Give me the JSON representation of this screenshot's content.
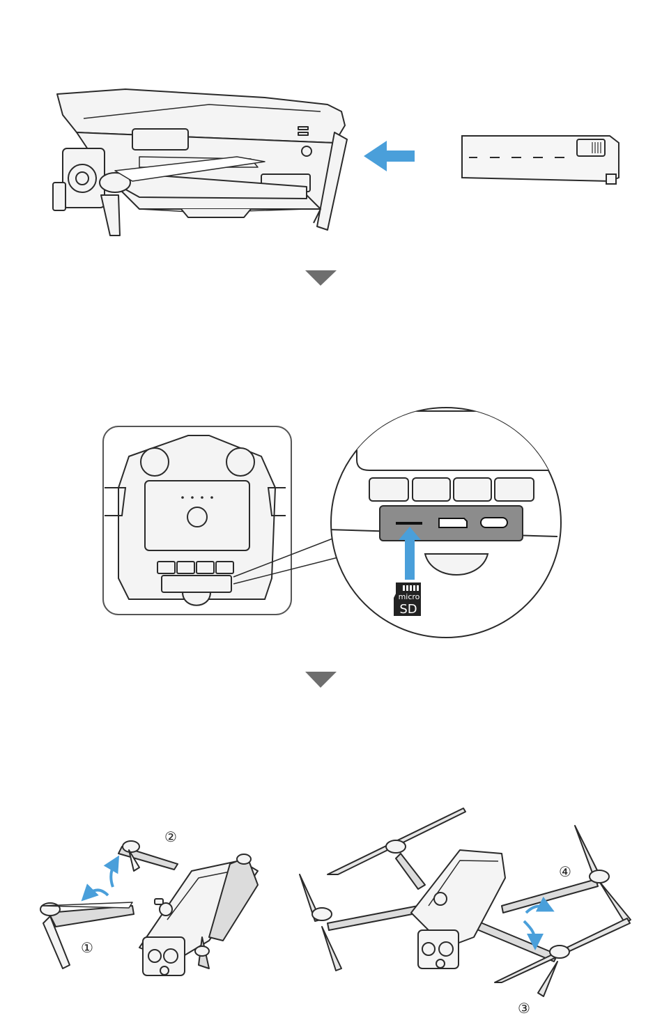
{
  "colors": {
    "accent_arrow": "#4a9fda",
    "step_triangle": "#6e6e6e",
    "line": "#2a2a2a",
    "body_fill": "#f2f2f2",
    "port_panel": "#8c8c8c",
    "sd_card": "#222222"
  },
  "step1": {
    "insert_arrow_icon": "arrow-left-icon"
  },
  "step2": {
    "indicator_leds": 4,
    "sd_card": {
      "line1": "micro",
      "line2": "SD"
    },
    "ports": [
      "microsd-slot",
      "usb-c-port",
      "usb-c-port"
    ]
  },
  "step3": {
    "labels": [
      "①",
      "②",
      "③",
      "④"
    ]
  },
  "separators": [
    "triangle-down-icon",
    "triangle-down-icon"
  ]
}
